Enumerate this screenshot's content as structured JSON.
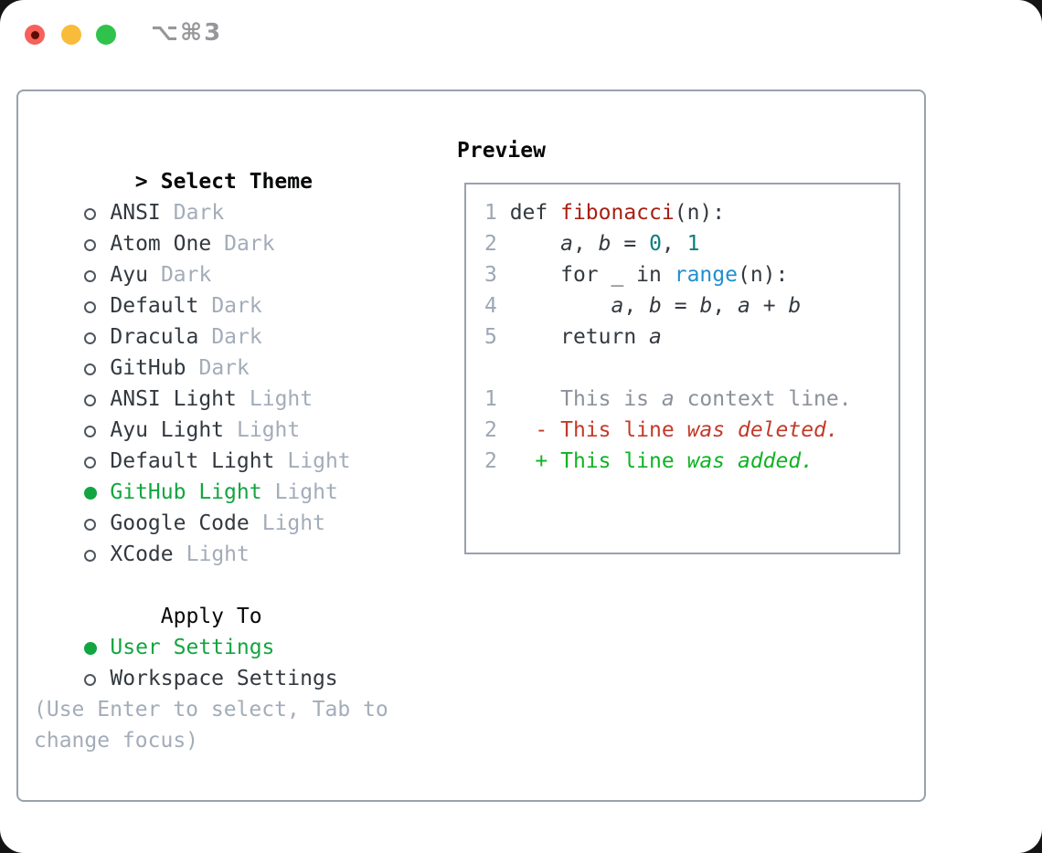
{
  "palette": {
    "dark": "#33393f",
    "black": "#060708",
    "muted": "#a3acb9",
    "num": "#9ca7b4",
    "ctx": "#8b9199",
    "del": "#c23a2a",
    "add": "#0fb324",
    "red": "#a81f12",
    "blue": "#1f8fd0",
    "teal": "#0b7d80",
    "green": "#13a540",
    "border": "#99a1ad",
    "radio": "#4f565f",
    "shortcut": "#96979b",
    "tl_red": "#f5615b",
    "tl_red_dot": "#5f0a04",
    "tl_yellow": "#f9bc3a",
    "tl_green": "#30c34b",
    "window_bg": "#ffffff"
  },
  "window": {
    "shortcut": "⌥⌘3"
  },
  "left": {
    "title_prefix": ">",
    "title": "Select Theme",
    "themes": [
      {
        "name": "ANSI",
        "variant": "Dark",
        "selected": false
      },
      {
        "name": "Atom One",
        "variant": "Dark",
        "selected": false
      },
      {
        "name": "Ayu",
        "variant": "Dark",
        "selected": false
      },
      {
        "name": "Default",
        "variant": "Dark",
        "selected": false
      },
      {
        "name": "Dracula",
        "variant": "Dark",
        "selected": false
      },
      {
        "name": "GitHub",
        "variant": "Dark",
        "selected": false
      },
      {
        "name": "ANSI Light",
        "variant": "Light",
        "selected": false
      },
      {
        "name": "Ayu Light",
        "variant": "Light",
        "selected": false
      },
      {
        "name": "Default Light",
        "variant": "Light",
        "selected": false
      },
      {
        "name": "GitHub Light",
        "variant": "Light",
        "selected": true
      },
      {
        "name": "Google Code",
        "variant": "Light",
        "selected": false
      },
      {
        "name": "XCode",
        "variant": "Light",
        "selected": false
      }
    ],
    "apply_to": {
      "title": "Apply To",
      "options": [
        {
          "label": "User Settings",
          "selected": true
        },
        {
          "label": "Workspace Settings",
          "selected": false
        }
      ]
    },
    "hint_lines": [
      "(Use Enter to select, Tab to",
      "change focus)"
    ]
  },
  "preview": {
    "title": "Preview",
    "lines": [
      [
        {
          "t": "1 ",
          "c": "num"
        },
        {
          "t": "def ",
          "c": "dark"
        },
        {
          "t": "fibonacci",
          "c": "red"
        },
        {
          "t": "(n):",
          "c": "dark"
        }
      ],
      [
        {
          "t": "2 ",
          "c": "num"
        },
        {
          "t": "    ",
          "c": "dark"
        },
        {
          "t": "a",
          "c": "dark",
          "i": 1
        },
        {
          "t": ", ",
          "c": "dark"
        },
        {
          "t": "b",
          "c": "dark",
          "i": 1
        },
        {
          "t": " = ",
          "c": "dark"
        },
        {
          "t": "0",
          "c": "teal"
        },
        {
          "t": ", ",
          "c": "dark"
        },
        {
          "t": "1",
          "c": "teal"
        }
      ],
      [
        {
          "t": "3 ",
          "c": "num"
        },
        {
          "t": "    for _ in ",
          "c": "dark"
        },
        {
          "t": "range",
          "c": "blue"
        },
        {
          "t": "(n):",
          "c": "dark"
        }
      ],
      [
        {
          "t": "4 ",
          "c": "num"
        },
        {
          "t": "        ",
          "c": "dark"
        },
        {
          "t": "a",
          "c": "dark",
          "i": 1
        },
        {
          "t": ", ",
          "c": "dark"
        },
        {
          "t": "b",
          "c": "dark",
          "i": 1
        },
        {
          "t": " = ",
          "c": "dark"
        },
        {
          "t": "b",
          "c": "dark",
          "i": 1
        },
        {
          "t": ", ",
          "c": "dark"
        },
        {
          "t": "a",
          "c": "dark",
          "i": 1
        },
        {
          "t": " + ",
          "c": "dark"
        },
        {
          "t": "b",
          "c": "dark",
          "i": 1
        }
      ],
      [
        {
          "t": "5 ",
          "c": "num"
        },
        {
          "t": "    return ",
          "c": "dark"
        },
        {
          "t": "a",
          "c": "dark",
          "i": 1
        }
      ],
      [],
      [
        {
          "t": "1 ",
          "c": "num"
        },
        {
          "t": "    This is ",
          "c": "ctx"
        },
        {
          "t": "a",
          "c": "ctx",
          "i": 1
        },
        {
          "t": " context line.",
          "c": "ctx"
        }
      ],
      [
        {
          "t": "2 ",
          "c": "num"
        },
        {
          "t": "  - This line ",
          "c": "del"
        },
        {
          "t": "was deleted.",
          "c": "del",
          "i": 1
        }
      ],
      [
        {
          "t": "2 ",
          "c": "num"
        },
        {
          "t": "  + This line ",
          "c": "add"
        },
        {
          "t": "was added.",
          "c": "add",
          "i": 1
        }
      ]
    ]
  }
}
